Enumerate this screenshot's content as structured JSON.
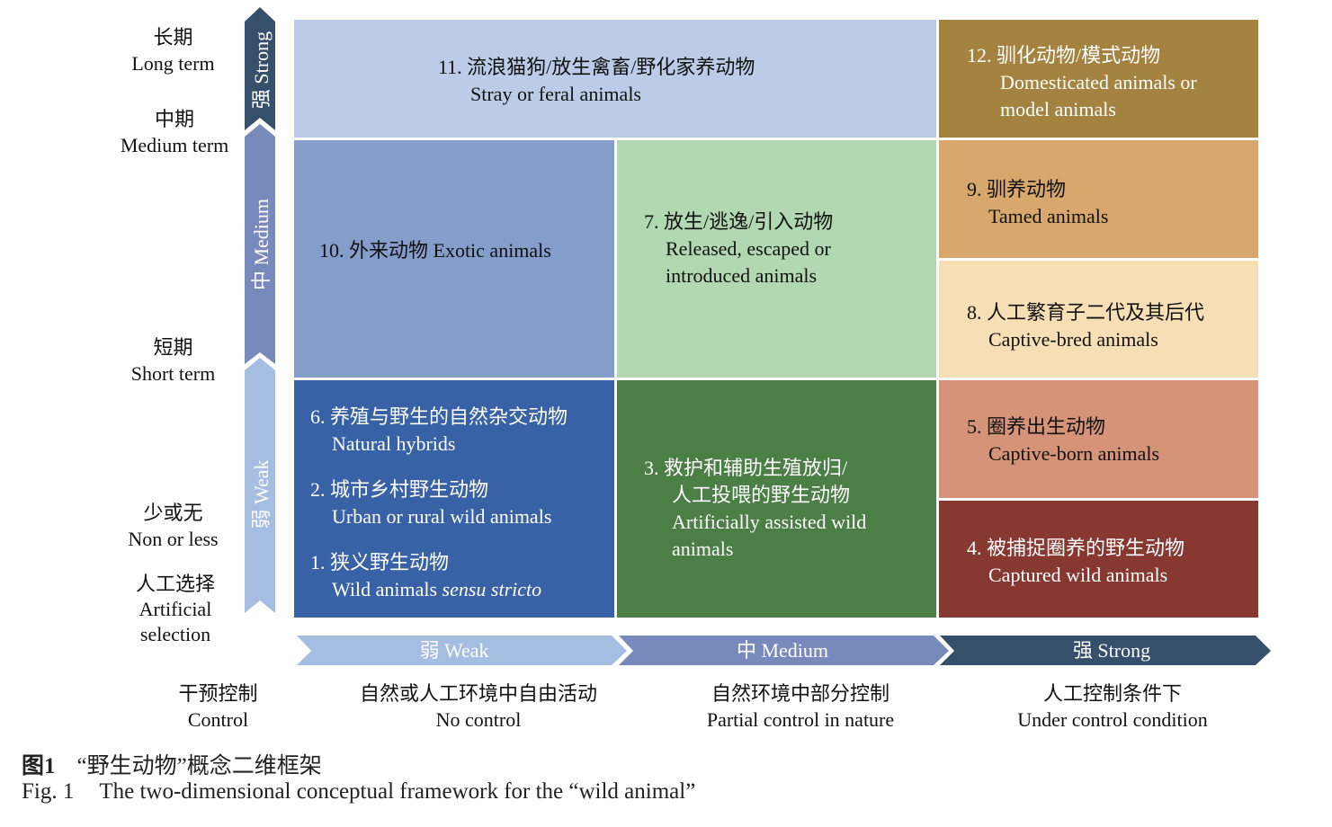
{
  "left_labels": [
    {
      "zh": "长期",
      "en": "Long term"
    },
    {
      "zh": "中期",
      "en": "Medium term"
    },
    {
      "zh": "短期",
      "en": "Short term"
    },
    {
      "zh": "少或无",
      "en": "Non or less"
    },
    {
      "zh": "人工选择",
      "en": "Artificial",
      "en2": "selection"
    }
  ],
  "vertical_arrows": {
    "strong": "强 Strong",
    "medium": "中 Medium",
    "weak": "弱 Weak"
  },
  "horizontal_arrows": {
    "weak": "弱 Weak",
    "medium": "中 Medium",
    "strong": "强 Strong"
  },
  "bottom_labels": [
    {
      "zh": "干预控制",
      "en": "Control"
    },
    {
      "zh": "自然或人工环境中自由活动",
      "en": "No control"
    },
    {
      "zh": "自然环境中部分控制",
      "en": "Partial control in nature"
    },
    {
      "zh": "人工控制条件下",
      "en": "Under control condition"
    }
  ],
  "cells": {
    "c11": {
      "zh": "11. 流浪猫狗/放生禽畜/野化家养动物",
      "en": "Stray or feral animals",
      "color": "#bccbe8"
    },
    "c12": {
      "zh": "12. 驯化动物/模式动物",
      "en": "Domesticated animals or",
      "en2": "model animals",
      "color": "#a4823f"
    },
    "c10": {
      "zh": "10. 外来动物 Exotic animals",
      "color": "#859dca"
    },
    "c7": {
      "zh": "7. 放生/逃逸/引入动物",
      "en": "Released, escaped or",
      "en2": "introduced animals",
      "color": "#b1d8b0"
    },
    "c9": {
      "zh": "9. 驯养动物",
      "en": "Tamed animals",
      "color": "#d7a76b"
    },
    "c8": {
      "zh": "8. 人工繁育子二代及其后代",
      "en": "Captive-bred animals",
      "color": "#f7dfb5"
    },
    "c6": {
      "zh": "6. 养殖与野生的自然杂交动物",
      "en": "Natural hybrids",
      "color": "#3862a5"
    },
    "c2": {
      "zh": "2. 城市乡村野生动物",
      "en": "Urban or rural wild animals"
    },
    "c1": {
      "zh": "1. 狭义野生动物",
      "en": "Wild animals ",
      "en_italic": "sensu stricto"
    },
    "c3": {
      "zh": "3.  救护和辅助生殖放归/",
      "zh2": "人工投喂的野生动物",
      "en": "Artificially assisted wild",
      "en2": "animals",
      "color": "#4b7f45"
    },
    "c5": {
      "zh": "5. 圈养出生动物",
      "en": "Captive-born animals",
      "color": "#d59477"
    },
    "c4": {
      "zh": "4. 被捕捉圈养的野生动物",
      "en": "Captured wild animals",
      "color": "#873831"
    }
  },
  "caption": {
    "zh_label": "图1",
    "zh": "“野生动物”概念二维框架",
    "en_label": "Fig. 1",
    "en": "The two-dimensional conceptual framework for the “wild animal”"
  },
  "colors": {
    "strong": "#36506b",
    "medium": "#7889bc",
    "weak": "#a4bde0"
  }
}
